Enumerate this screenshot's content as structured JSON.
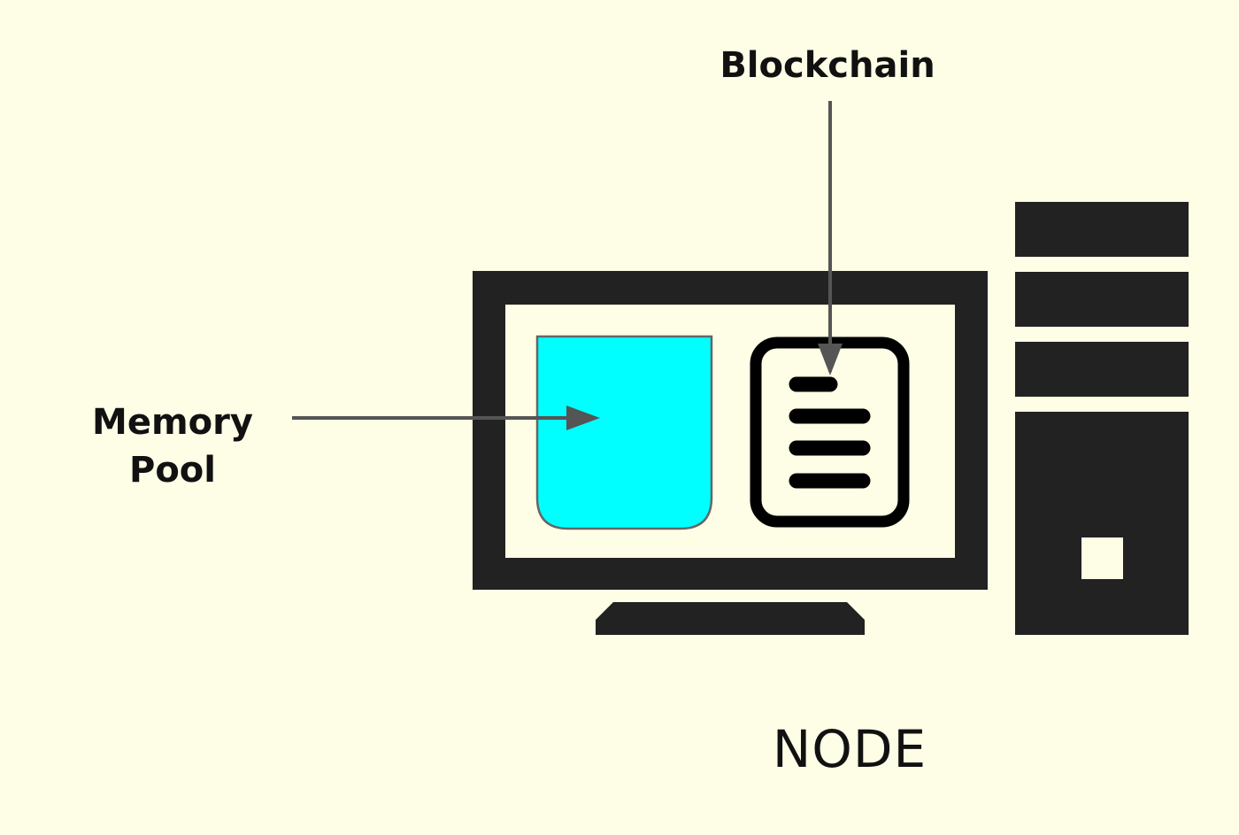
{
  "labels": {
    "blockchain": "Blockchain",
    "memory_line1": "Memory",
    "memory_line2": "Pool",
    "node": "NODE"
  },
  "colors": {
    "background": "#fefde6",
    "computer": "#222222",
    "screen": "#fefde6",
    "memory_pool_fill": "#00ffff",
    "memory_pool_border": "#666666",
    "arrow": "#555555",
    "document": "#000000"
  },
  "icons": {
    "monitor": "monitor-icon",
    "tower": "pc-tower-icon",
    "document": "document-icon"
  }
}
